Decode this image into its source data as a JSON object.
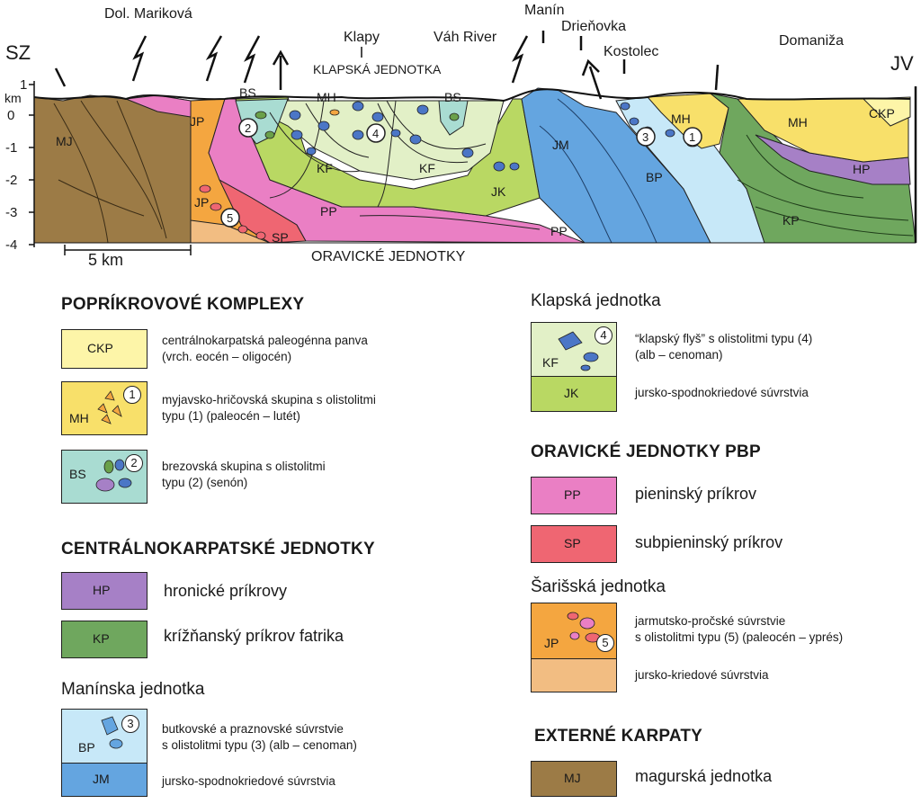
{
  "section": {
    "dir_left": "SZ",
    "dir_right": "JV",
    "axis_unit": "km",
    "depth_ticks": [
      "1",
      "0",
      "-1",
      "-2",
      "-3",
      "-4"
    ],
    "scale_bar": "5 km",
    "top_labels": {
      "mar": "Dol. Mariková",
      "kla": "Klapy",
      "klj": "KLAPSKÁ JEDNOTKA",
      "vah": "Váh River",
      "man": "Manín",
      "dri": "Drieňovka",
      "kos": "Kostolec",
      "dom": "Domaniža"
    },
    "bottom_label": "ORAVICKÉ JEDNOTKY",
    "units": {
      "mj": "MJ",
      "jp1": "JP",
      "jp2": "JP",
      "sp": "SP",
      "bs1": "BS",
      "bs2": "BS",
      "mh1": "MH",
      "mh2": "MH",
      "mh3": "MH",
      "kf1": "KF",
      "kf2": "KF",
      "pp1": "PP",
      "pp2": "PP",
      "jk": "JK",
      "jm": "JM",
      "bp": "BP",
      "ckp": "CKP",
      "hp": "HP",
      "kp": "KP"
    },
    "markers": {
      "m1": "1",
      "m2": "2",
      "m3": "3",
      "m4": "4",
      "m5": "5"
    }
  },
  "legend": {
    "poprikrove": {
      "heading": "POPRÍKROVOVÉ KOMPLEXY",
      "ckp": {
        "code": "CKP",
        "desc1": "centrálnokarpatská paleogénna panva",
        "desc2": "(vrch. eocén – oligocén)"
      },
      "mh": {
        "code": "MH",
        "num": "1",
        "desc1": "myjavsko-hričovská skupina s olistolitmi",
        "desc2": "typu (1) (paleocén – lutét)"
      },
      "bs": {
        "code": "BS",
        "num": "2",
        "desc1": "brezovská skupina s olistolitmi",
        "desc2": "typu (2) (senón)"
      }
    },
    "centralne": {
      "heading": "CENTRÁLNOKARPATSKÉ JEDNOTKY",
      "hp": {
        "code": "HP",
        "desc": "hronické príkrovy"
      },
      "kp": {
        "code": "KP",
        "desc": "krížňanský príkrov fatrika"
      }
    },
    "maninska": {
      "heading": "Manínska jednotka",
      "bp": {
        "code": "BP",
        "num": "3",
        "desc1": "butkovské a praznovské súvrstvie",
        "desc2": "s olistolitmi typu (3) (alb – cenoman)"
      },
      "jm": {
        "code": "JM",
        "desc": "jursko-spodnokriedové súvrstvia"
      }
    },
    "klapska": {
      "heading": "Klapská jednotka",
      "kf": {
        "code": "KF",
        "num": "4",
        "desc1": "“klapský flyš” s olistolitmi typu (4)",
        "desc2": "(alb – cenoman)"
      },
      "jk": {
        "code": "JK",
        "desc": "jursko-spodnokriedové súvrstvia"
      }
    },
    "oravicke": {
      "heading": "ORAVICKÉ JEDNOTKY PBP",
      "pp": {
        "code": "PP",
        "desc": "pieninský príkrov"
      },
      "sp": {
        "code": "SP",
        "desc": "subpieninský príkrov"
      }
    },
    "sarisska": {
      "heading": "Šarišská jednotka",
      "jp": {
        "code": "JP",
        "num": "5",
        "desc1": "jarmutsko-pročské súvrstvie",
        "desc2": "s olistolitmi typu (5) (paleocén – yprés)"
      },
      "jk2": {
        "desc": "jursko-kriedové súvrstvia"
      }
    },
    "externe": {
      "heading": "EXTERNÉ KARPATY",
      "mj": {
        "code": "MJ",
        "desc": "magurská jednotka"
      }
    }
  }
}
